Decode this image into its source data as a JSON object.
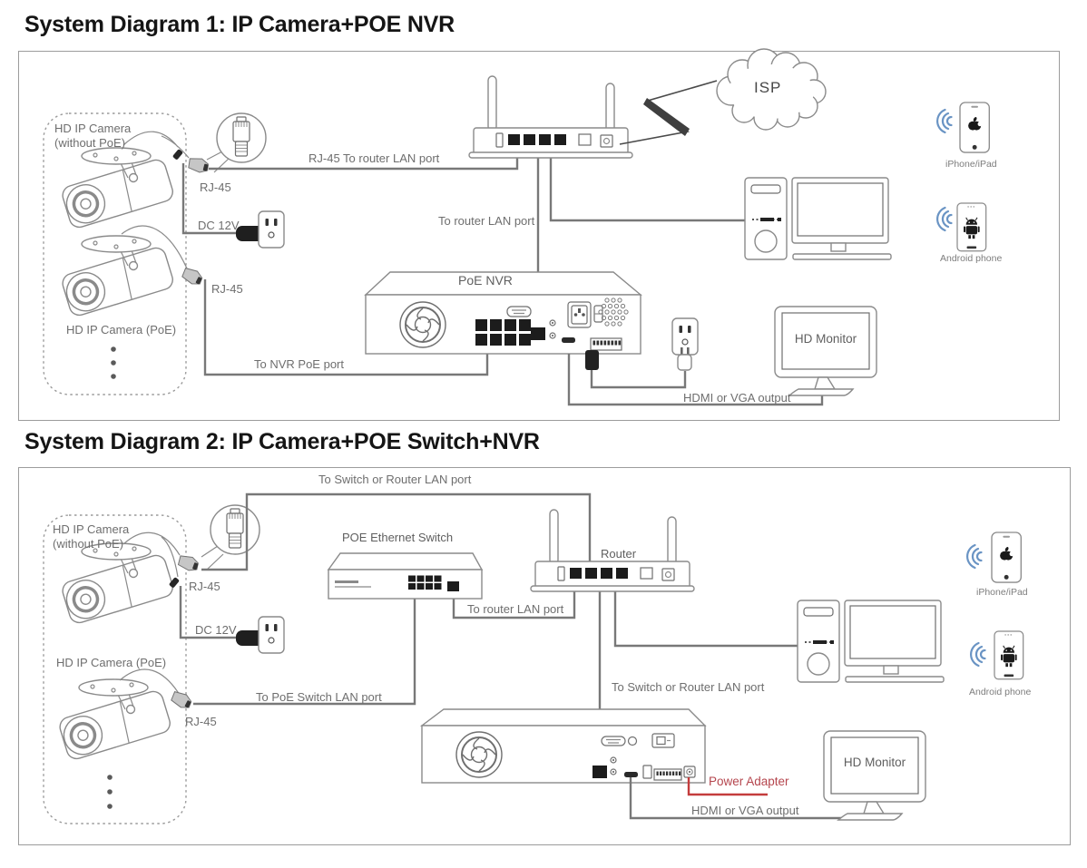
{
  "colors": {
    "line": "#787878",
    "outline": "#8a8a8a",
    "label": "#6e6e6e",
    "title": "#151515",
    "wifi_blue": "#6a94c4",
    "power_cable_red": "#c43c3c",
    "power_label_red": "#b5464e"
  },
  "diagram1": {
    "title": "System Diagram 1: IP Camera+POE NVR",
    "labels": {
      "camera_top_1": "HD IP Camera",
      "camera_top_2": "(without PoE)",
      "rj45_a": "RJ-45",
      "rj45_to_router": "RJ-45 To router LAN port",
      "dc12v": "DC 12V",
      "rj45_b": "RJ-45",
      "camera_poe": "HD IP Camera (PoE)",
      "to_nvr_poe": "To NVR PoE port",
      "to_router_lan": "To router LAN port",
      "nvr": "PoE NVR",
      "isp": "ISP",
      "monitor": "HD Monitor",
      "hdmi_vga": "HDMI or VGA output",
      "iphone": "iPhone/iPad",
      "android": "Android phone"
    }
  },
  "diagram2": {
    "title": "System Diagram 2: IP Camera+POE Switch+NVR",
    "labels": {
      "to_switch_top": "To Switch or Router LAN port",
      "camera_top_1": "HD IP Camera",
      "camera_top_2": "(without PoE)",
      "rj45_a": "RJ-45",
      "poe_switch": "POE Ethernet Switch",
      "router": "Router",
      "dc12v": "DC 12V",
      "to_router_lan": "To router LAN port",
      "camera_poe": "HD IP Camera (PoE)",
      "to_poe_switch": "To PoE Switch LAN port",
      "rj45_b": "RJ-45",
      "to_switch_mid": "To Switch or Router LAN port",
      "power_adapter": "Power Adapter",
      "hdmi_vga": "HDMI or VGA output",
      "monitor": "HD Monitor",
      "iphone": "iPhone/iPad",
      "android": "Android phone"
    }
  }
}
